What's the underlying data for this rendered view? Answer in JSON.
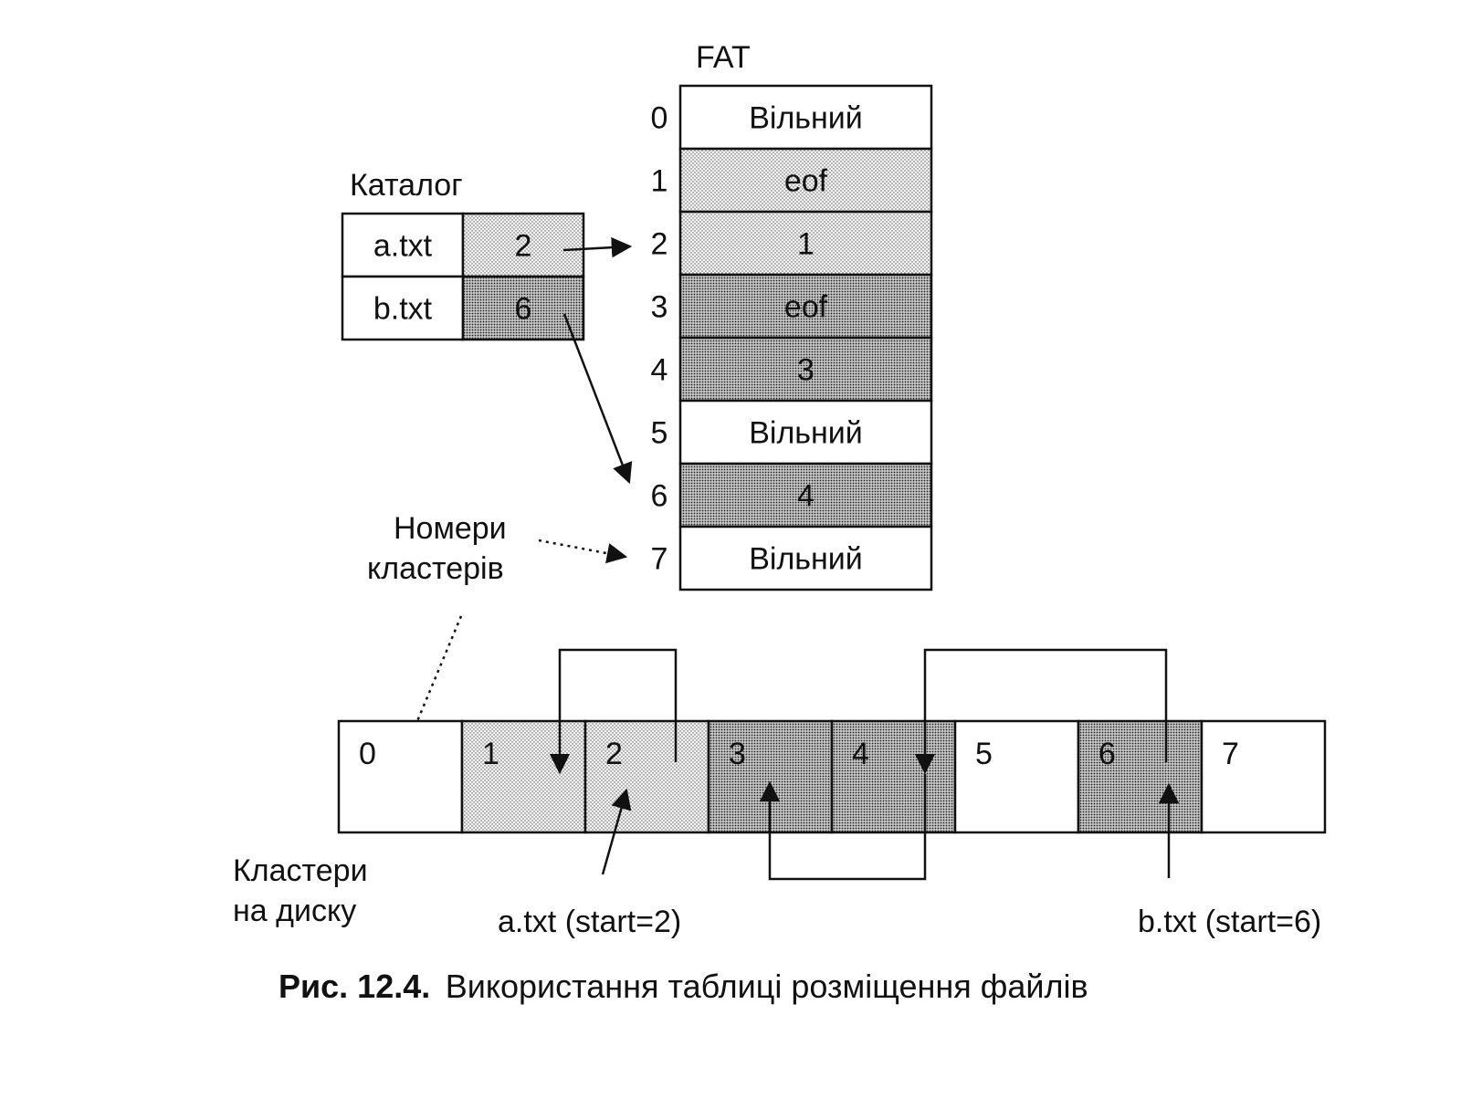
{
  "fat": {
    "title": "FAT",
    "rows": [
      {
        "index": "0",
        "value": "Вільний",
        "fill": "white"
      },
      {
        "index": "1",
        "value": "eof",
        "fill": "light"
      },
      {
        "index": "2",
        "value": "1",
        "fill": "light"
      },
      {
        "index": "3",
        "value": "eof",
        "fill": "dark"
      },
      {
        "index": "4",
        "value": "3",
        "fill": "dark"
      },
      {
        "index": "5",
        "value": "Вільний",
        "fill": "white"
      },
      {
        "index": "6",
        "value": "4",
        "fill": "dark"
      },
      {
        "index": "7",
        "value": "Вільний",
        "fill": "white"
      }
    ]
  },
  "catalog": {
    "title": "Каталог",
    "rows": [
      {
        "name": "a.txt",
        "start": "2",
        "fill": "light"
      },
      {
        "name": "b.txt",
        "start": "6",
        "fill": "dark"
      }
    ]
  },
  "annotations": {
    "cluster_numbers_line1": "Номери",
    "cluster_numbers_line2": "кластерів",
    "disk_clusters_line1": "Кластери",
    "disk_clusters_line2": "на диску",
    "a_start": "a.txt (start=2)",
    "b_start": "b.txt (start=6)"
  },
  "disk": {
    "clusters": [
      {
        "label": "0",
        "fill": "white"
      },
      {
        "label": "1",
        "fill": "light"
      },
      {
        "label": "2",
        "fill": "light"
      },
      {
        "label": "3",
        "fill": "dark"
      },
      {
        "label": "4",
        "fill": "dark"
      },
      {
        "label": "5",
        "fill": "white"
      },
      {
        "label": "6",
        "fill": "dark"
      },
      {
        "label": "7",
        "fill": "white"
      }
    ]
  },
  "caption": {
    "number": "Рис. 12.4.",
    "text": "Використання таблиці розміщення файлів"
  },
  "colors": {
    "light": "#e2e2e2",
    "dark": "#a9a9a9",
    "white": "#ffffff",
    "stroke": "#111111"
  }
}
